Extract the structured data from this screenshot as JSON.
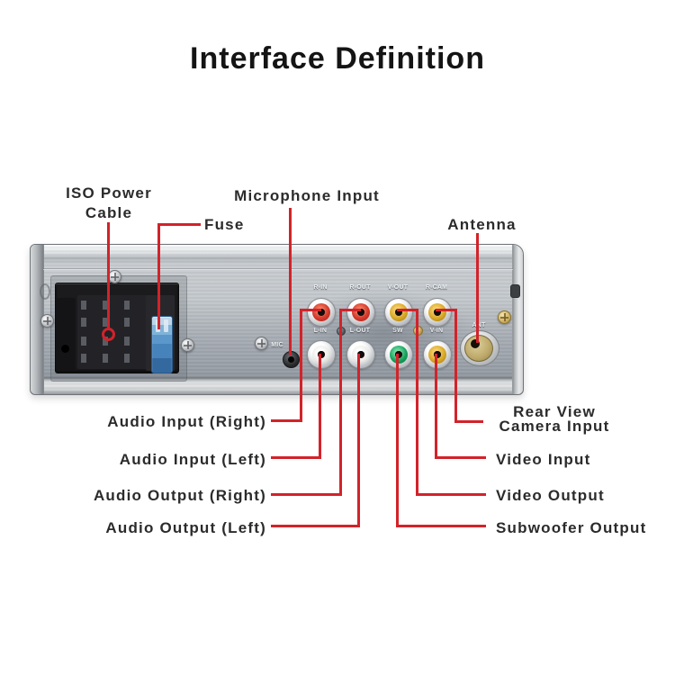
{
  "title": "Interface Definition",
  "colors": {
    "callout_line": "#d2232a",
    "label_text": "#2b2b2b",
    "panel_metal": "#b7bcc1",
    "jack_red": "#d6392b",
    "jack_yellow": "#d9a826",
    "jack_white": "#ececea",
    "jack_green": "#17a35d",
    "fuse_blue": "#4f8fc4"
  },
  "callouts": {
    "iso_power": {
      "line1": "ISO Power",
      "line2": "Cable"
    },
    "fuse": {
      "label": "Fuse"
    },
    "microphone": {
      "label": "Microphone Input"
    },
    "antenna": {
      "label": "Antenna"
    },
    "audio_input_right": {
      "label": "Audio Input (Right)"
    },
    "audio_input_left": {
      "label": "Audio Input (Left)"
    },
    "audio_output_right": {
      "label": "Audio Output (Right)"
    },
    "audio_output_left": {
      "label": "Audio Output (Left)"
    },
    "rear_view_camera": {
      "line1": "Rear View",
      "line2": "Camera Input"
    },
    "video_input": {
      "label": "Video Input"
    },
    "video_output": {
      "label": "Video Output"
    },
    "subwoofer_output": {
      "label": "Subwoofer Output"
    }
  },
  "panel_ports": {
    "r_in": "R-IN",
    "r_out": "R-OUT",
    "v_out": "V-OUT",
    "r_cam": "R-CAM",
    "l_in": "L-IN",
    "l_out": "L-OUT",
    "sw": "SW",
    "v_in": "V-IN",
    "ant": "ANT",
    "mic": "MIC"
  }
}
